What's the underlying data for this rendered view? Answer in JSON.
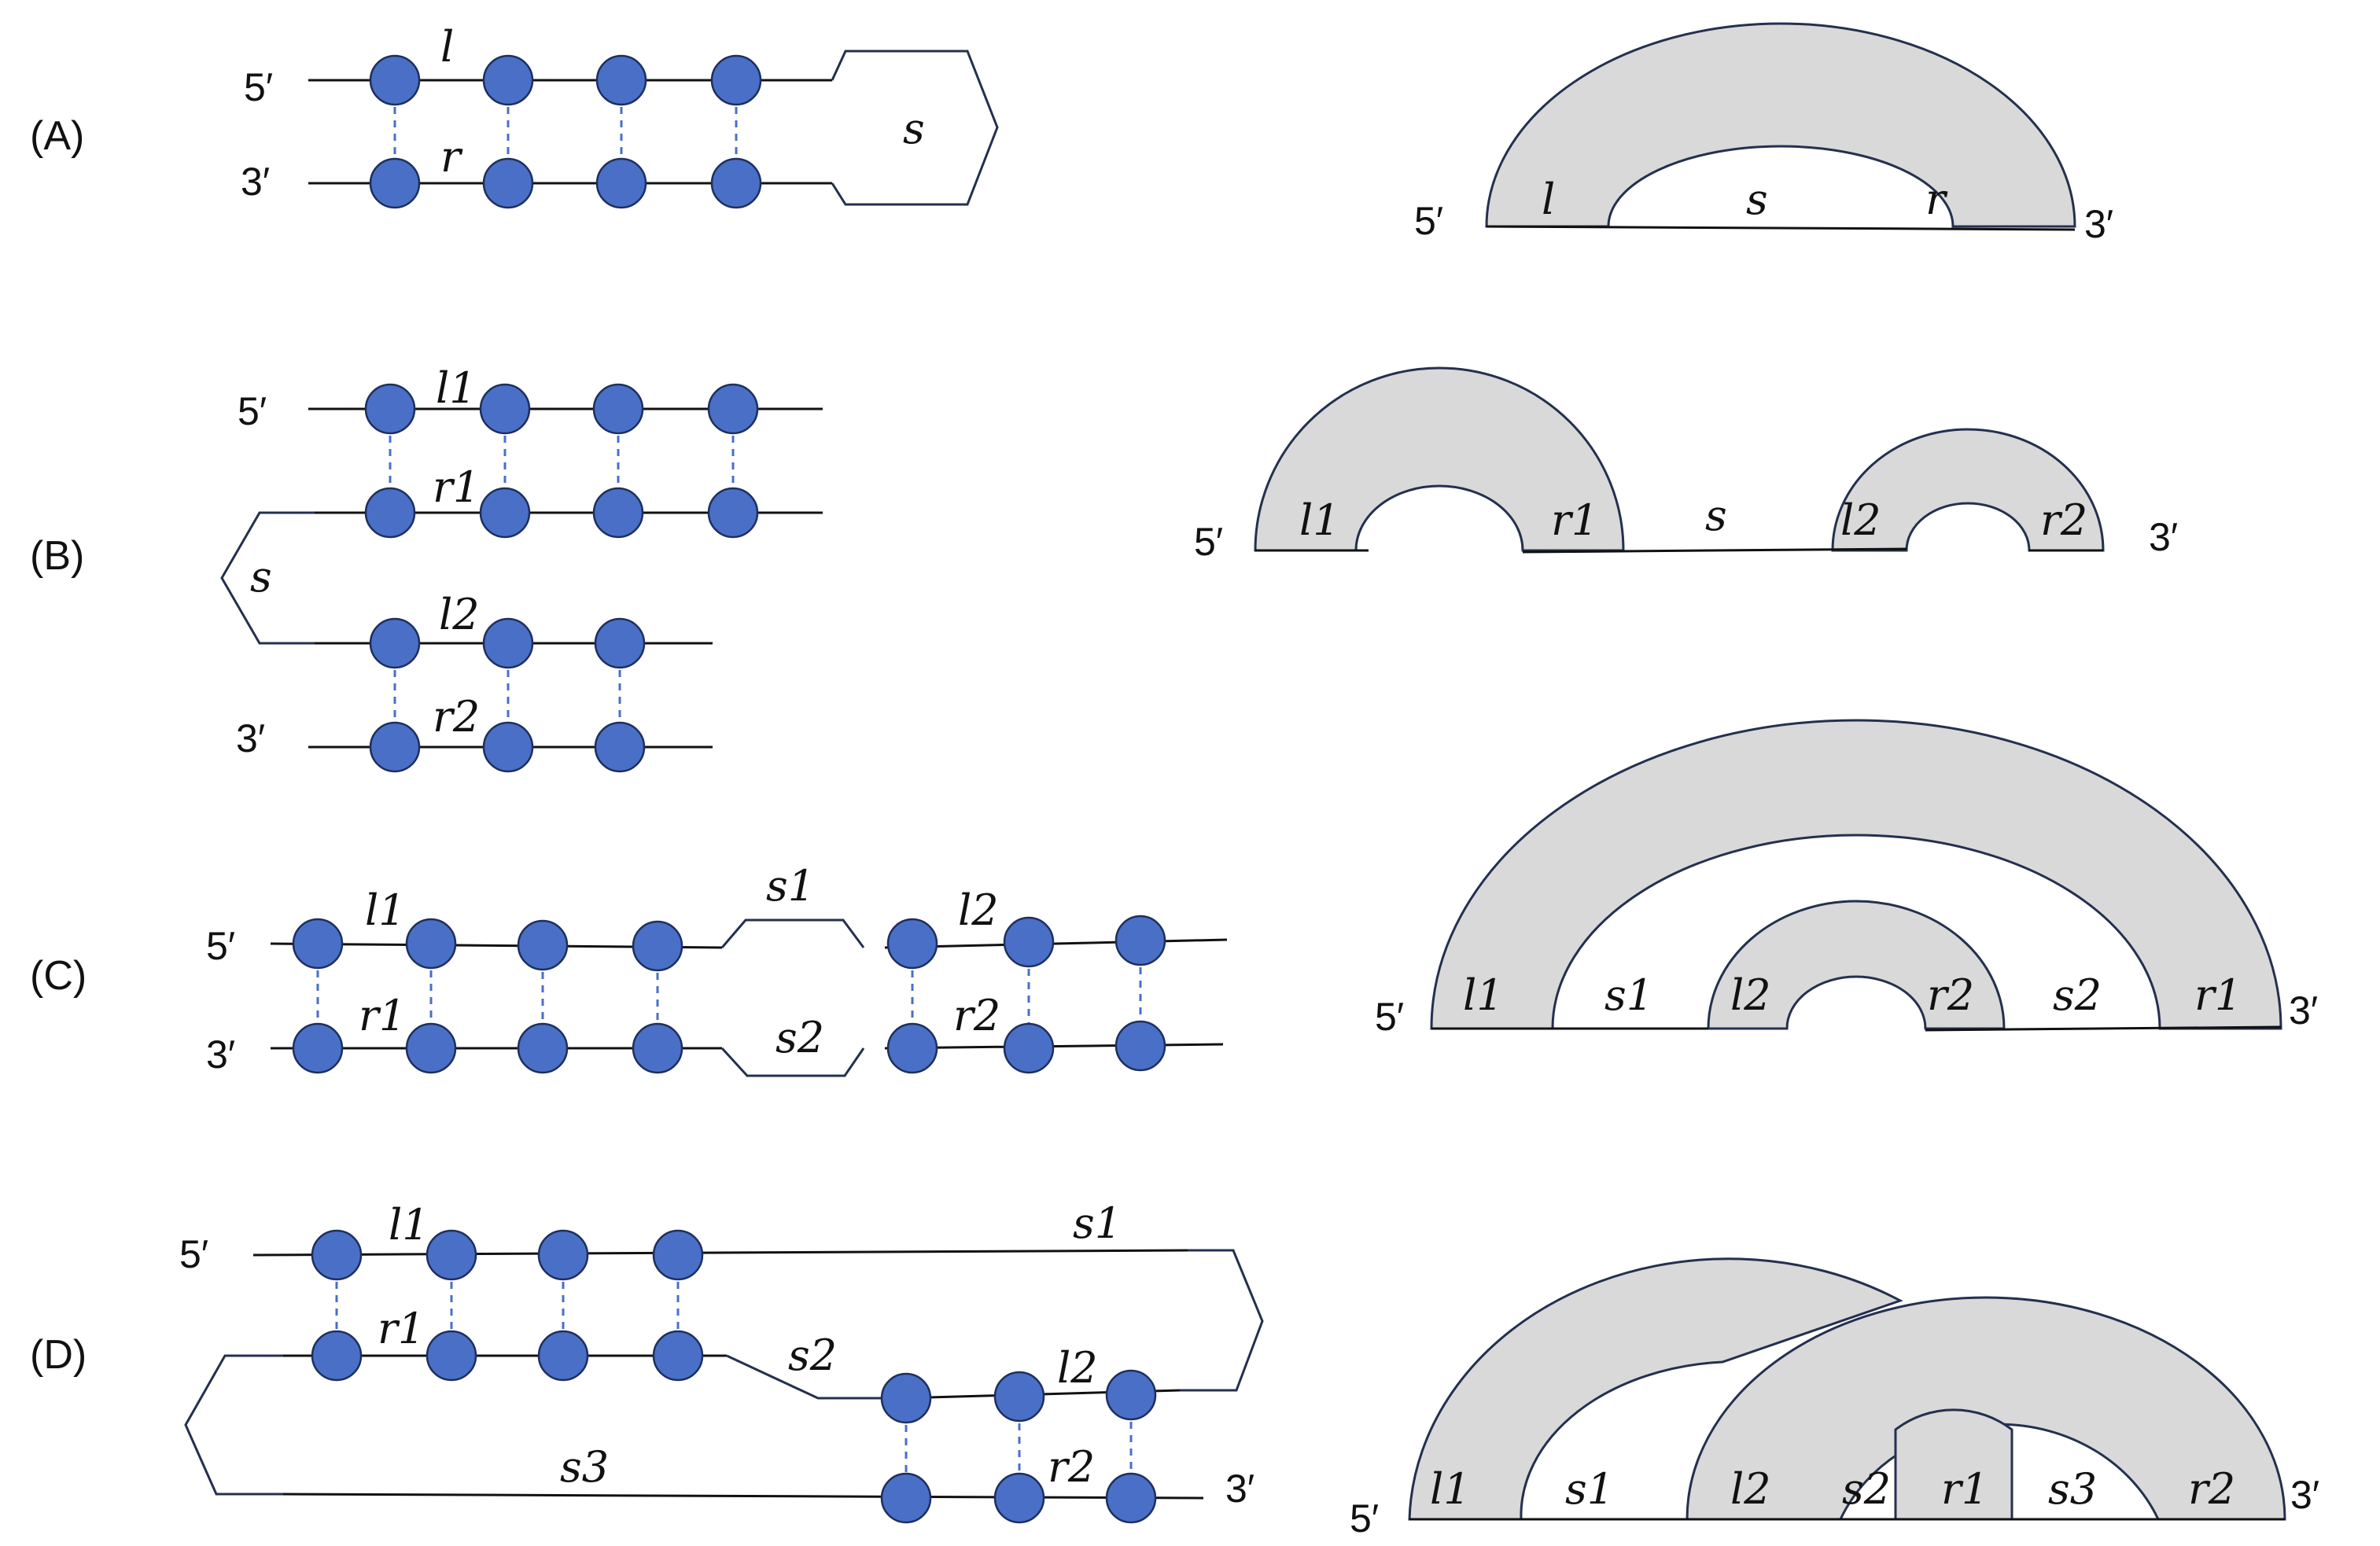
{
  "panels": [
    {
      "id": "A",
      "label": "(A)",
      "structure": {
        "five_prime": "5′",
        "three_prime": "3′",
        "l": "l",
        "r": "r",
        "s": "s"
      },
      "arc": {
        "five_prime": "5′",
        "three_prime": "3′",
        "l": "l",
        "s": "s",
        "r": "r"
      }
    },
    {
      "id": "B",
      "label": "(B)",
      "structure": {
        "five_prime": "5′",
        "three_prime": "3′",
        "l1": "l1",
        "r1": "r1",
        "s": "s",
        "l2": "l2",
        "r2": "r2"
      },
      "arc": {
        "five_prime": "5′",
        "three_prime": "3′",
        "l1": "l1",
        "r1": "r1",
        "s": "s",
        "l2": "l2",
        "r2": "r2"
      }
    },
    {
      "id": "C",
      "label": "(C)",
      "structure": {
        "five_prime": "5′",
        "three_prime": "3′",
        "l1": "l1",
        "r1": "r1",
        "s1": "s1",
        "s2": "s2",
        "l2": "l2",
        "r2": "r2"
      },
      "arc": {
        "five_prime": "5′",
        "three_prime": "3′",
        "l1": "l1",
        "s1": "s1",
        "l2": "l2",
        "r2": "r2",
        "s2": "s2",
        "r1": "r1"
      }
    },
    {
      "id": "D",
      "label": "(D)",
      "structure": {
        "five_prime": "5′",
        "three_prime": "3′",
        "l1": "l1",
        "r1": "r1",
        "s1": "s1",
        "s2": "s2",
        "l2": "l2",
        "r2": "r2",
        "s3": "s3"
      },
      "arc": {
        "five_prime": "5′",
        "three_prime": "3′",
        "l1": "l1",
        "s1": "s1",
        "l2": "l2",
        "s2": "s2",
        "r1": "r1",
        "s3": "s3",
        "r2": "r2"
      }
    }
  ],
  "colors": {
    "nucleotide": "#4a6fc7",
    "arc_fill": "#d9d9d9",
    "outline": "#24304f"
  }
}
